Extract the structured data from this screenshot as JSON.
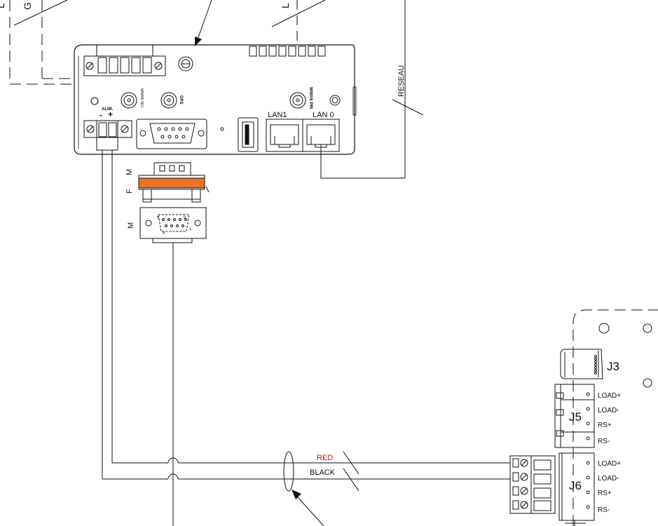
{
  "router": {
    "alim_label": "ALIM.",
    "alim_minus": "-",
    "alim_plus": "+",
    "wwan_sec_label": "WWAN SEC",
    "gps_label": "GPS",
    "wwan_pri_label": "WWAN PRI",
    "lan1_label": "LAN1",
    "lan0_label": "LAN 0"
  },
  "network_label": "RESEAU",
  "top_fragment_left": "G",
  "top_fragment_left2": "L",
  "top_fragment_mid": "L",
  "adapter": {
    "male_label": "M",
    "female_label": "F",
    "db9_male_label": "M",
    "pin_6": "6",
    "pin_1": "1",
    "pin_5": "5",
    "pin_9": "9"
  },
  "cable": {
    "red_label": "RED",
    "black_label": "BLACK",
    "red_color": "#cc1111"
  },
  "board": {
    "j3_label": "J3",
    "j5_label": "J5",
    "j6_label": "J6",
    "j5_pins": [
      "LOAD+",
      "LOAD-",
      "RS+",
      "RS-"
    ],
    "j6_pins": [
      "LOAD+",
      "LOAD-",
      "RS+",
      "RS-"
    ]
  },
  "colors": {
    "orange_connector": "#e8752a",
    "line": "#111111"
  }
}
